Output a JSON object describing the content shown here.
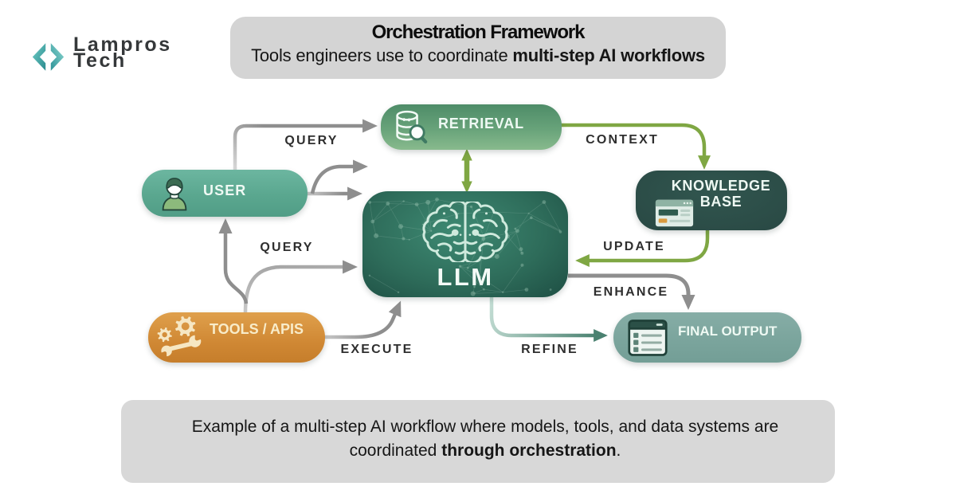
{
  "brand": {
    "line1": "Lampros",
    "line2": "Tech"
  },
  "header": {
    "title": "Orchestration Framework",
    "subtitle_regular": "Tools engineers use to coordinate ",
    "subtitle_bold": "multi-step AI workflows"
  },
  "nodes": {
    "user": {
      "label": "USER"
    },
    "retrieval": {
      "label": "RETRIEVAL"
    },
    "knowledge_base": {
      "label_line1": "KNOWLEDGE",
      "label_line2": "BASE"
    },
    "llm": {
      "label": "LLM"
    },
    "tools": {
      "label": "TOOLS / APIS"
    },
    "final_output": {
      "label": "FINAL OUTPUT"
    }
  },
  "edges": {
    "query_user_to_retrieval": {
      "label": "QUERY",
      "from": "USER",
      "to": "RETRIEVAL"
    },
    "context_retrieval_to_kb": {
      "label": "CONTEXT",
      "from": "RETRIEVAL",
      "to": "KNOWLEDGE BASE"
    },
    "query_tools_to_user": {
      "label": "QUERY",
      "from": "TOOLS / APIS",
      "to": "USER"
    },
    "update_kb_to_llm": {
      "label": "UPDATE",
      "from": "KNOWLEDGE BASE",
      "to": "LLM"
    },
    "enhance_llm_to_final": {
      "label": "ENHANCE",
      "from": "LLM",
      "to": "FINAL OUTPUT"
    },
    "execute_tools_to_llm": {
      "label": "EXECUTE",
      "from": "TOOLS / APIS",
      "to": "LLM"
    },
    "refine_llm_to_final": {
      "label": "REFINE",
      "from": "LLM",
      "to": "FINAL OUTPUT"
    },
    "retrieval_llm_bidirectional": {
      "label": "",
      "from": "RETRIEVAL",
      "to": "LLM"
    }
  },
  "caption": {
    "regular": "Example of a multi-step AI workflow where models, tools, and data systems are coordinated ",
    "bold": "through orchestration",
    "suffix": "."
  },
  "colors": {
    "background": "#ffffff",
    "panel_gray": "#d4d4d4",
    "user_teal": "#5aa78f",
    "retrieval_green": "#68a37a",
    "knowledge_base_dark": "#2a4a45",
    "llm_dark_teal": "#2e6c5a",
    "tools_orange": "#d08834",
    "final_output_sage": "#7aa49c",
    "arrow_gray": "#8e8e8e",
    "arrow_olive": "#7fa743",
    "arrow_teal": "#4a8170",
    "brand_teal": "#3fb0ab",
    "label_dark": "#2f2f2f"
  }
}
